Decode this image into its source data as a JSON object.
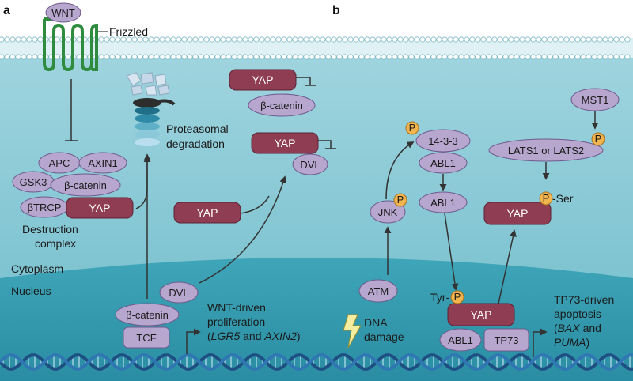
{
  "panels": {
    "a": "a",
    "b": "b"
  },
  "labels": {
    "wnt": "WNT",
    "frizzled": "Frizzled",
    "proteasomal_1": "Proteasomal",
    "proteasomal_2": "degradation",
    "destruction_1": "Destruction",
    "destruction_2": "complex",
    "cytoplasm": "Cytoplasm",
    "nucleus": "Nucleus",
    "wnt_driven_1": "WNT-driven",
    "wnt_driven_2": "proliferation",
    "wnt_driven_3a": "(",
    "wnt_driven_3b": "LGR5",
    "wnt_driven_3c": " and ",
    "wnt_driven_3d": "AXIN2",
    "wnt_driven_3e": ")",
    "dna_1": "DNA",
    "dna_2": "damage",
    "tp73_1": "TP73-driven",
    "tp73_2": "apoptosis",
    "tp73_3a": "(",
    "tp73_3b": "BAX",
    "tp73_3c": " and",
    "tp73_4": "PUMA",
    "tp73_5": ")",
    "ser": "-Ser",
    "tyr": "Tyr-",
    "phospho": "P"
  },
  "proteins": {
    "apc": "APC",
    "axin1": "AXIN1",
    "gsk3": "GSK3",
    "bcat_complex": "β-catenin",
    "btrcp": "βTRCP",
    "yap_complex": "YAP",
    "yap_top": "YAP",
    "bcat_top": "β-catenin",
    "yap_dvl": "YAP",
    "dvl_top": "DVL",
    "yap_free": "YAP",
    "dvl_nuc": "DVL",
    "bcat_nuc": "β-catenin",
    "tcf": "TCF",
    "p1433": "14-3-3",
    "abl1_top": "ABL1",
    "abl1_mid": "ABL1",
    "jnk": "JNK",
    "atm": "ATM",
    "mst1": "MST1",
    "lats": "LATS1 or LATS2",
    "yap_right": "YAP",
    "yap_nuc": "YAP",
    "abl1_nuc": "ABL1",
    "tp73": "TP73"
  }
}
